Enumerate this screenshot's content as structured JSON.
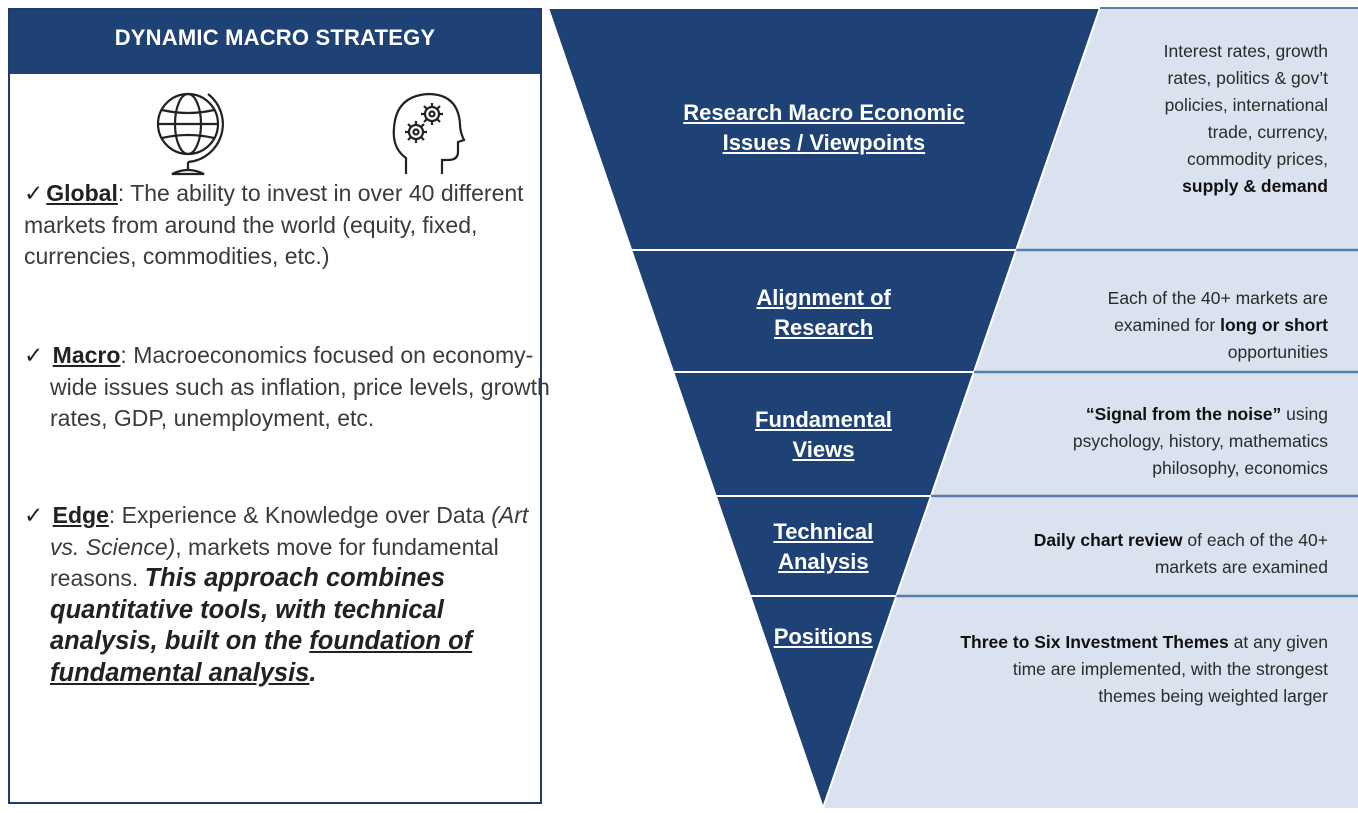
{
  "left_panel": {
    "title": "DYNAMIC MACRO STRATEGY",
    "icons": [
      "globe-icon",
      "head-gears-icon"
    ],
    "bullets": [
      {
        "term": "Global",
        "text": ": The ability to invest in over 40 different markets from around the world (equity, fixed, currencies, commodities, etc.)"
      },
      {
        "term": "Macro",
        "text": ": Macroeconomics focused on economy-wide issues such as inflation, price levels, growth rates, GDP, unemployment, etc."
      },
      {
        "term": "Edge",
        "text_1": ": Experience & Knowledge over Data ",
        "text_italic": "(Art vs. Science)",
        "text_2": ", markets move for fundamental reasons. ",
        "highlight_1": "This approach combines quantitative tools, with technical analysis, built on the ",
        "highlight_underlined": "foundation of fundamental analysis",
        "highlight_end": "."
      }
    ]
  },
  "funnel": {
    "colors": {
      "dark": "#1f4276",
      "light": "#dbe2ef",
      "border": "#5a7fae"
    },
    "stages": [
      {
        "label_lines": [
          "Research Macro Economic",
          "Issues / Viewpoints"
        ],
        "desc_lines": [
          {
            "text": "Interest rates, growth"
          },
          {
            "text": "rates, politics & gov’t"
          },
          {
            "text": "policies, international"
          },
          {
            "text": "trade, currency,"
          },
          {
            "text": "commodity prices,"
          },
          {
            "bold": "supply & demand"
          }
        ]
      },
      {
        "label_lines": [
          "Alignment of",
          "Research"
        ],
        "desc_lines": [
          {
            "text": "Each of the 40+ markets are"
          },
          {
            "text": "examined for ",
            "bold": "long or short"
          },
          {
            "text": "opportunities"
          }
        ]
      },
      {
        "label_lines": [
          "Fundamental",
          "Views"
        ],
        "desc_lines": [
          {
            "bold": "“Signal from the noise”",
            "text": " using"
          },
          {
            "text": "psychology, history, mathematics"
          },
          {
            "text": "philosophy, economics"
          }
        ]
      },
      {
        "label_lines": [
          "Technical",
          "Analysis"
        ],
        "desc_lines": [
          {
            "bold": "Daily chart review",
            "text": " of each of the 40+"
          },
          {
            "text": "markets are examined"
          }
        ]
      },
      {
        "label_lines": [
          "Positions"
        ],
        "desc_lines": [
          {
            "bold": "Three to Six Investment Themes",
            "text": " at any given"
          },
          {
            "text": "time are implemented, with the strongest"
          },
          {
            "text": "themes being weighted larger"
          }
        ]
      }
    ]
  }
}
